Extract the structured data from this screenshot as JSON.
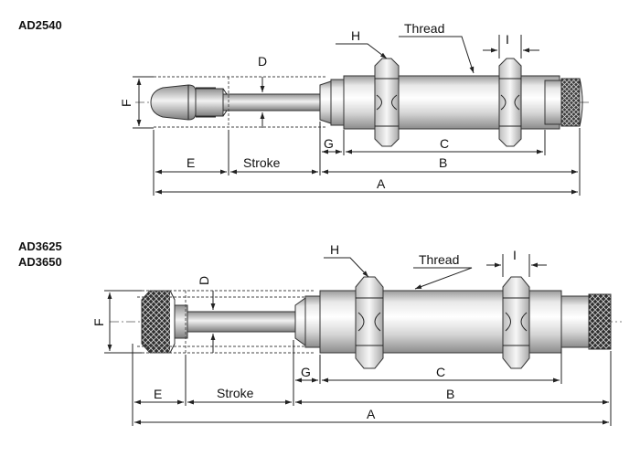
{
  "top_drawing": {
    "title": "AD2540",
    "labels": {
      "H": "H",
      "thread": "Thread",
      "I": "I",
      "D": "D",
      "F": "F",
      "G": "G",
      "C": "C",
      "E": "E",
      "stroke": "Stroke",
      "B": "B",
      "A": "A"
    }
  },
  "bottom_drawing": {
    "title_1": "AD3625",
    "title_2": "AD3650",
    "labels": {
      "H": "H",
      "thread": "Thread",
      "I": "I",
      "D": "D",
      "F": "F",
      "G": "G",
      "C": "C",
      "E": "E",
      "stroke": "Stroke",
      "B": "B",
      "A": "A"
    }
  },
  "colors": {
    "metal_light": "#f4f4f4",
    "metal_mid": "#cfcfcf",
    "metal_dark": "#8a8a8a",
    "line": "#222222"
  }
}
